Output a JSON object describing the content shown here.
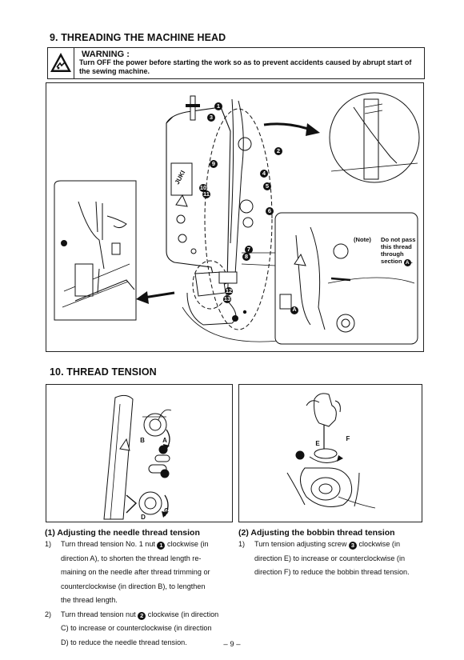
{
  "section9": {
    "title": "9. THREADING THE MACHINE HEAD"
  },
  "warning": {
    "title": "WARNING :",
    "line1": "Turn OFF the power before starting the work so as to prevent accidents caused by abrupt start of",
    "line2": "the sewing machine."
  },
  "threading_figure": {
    "callouts": [
      "1",
      "2",
      "3",
      "4",
      "5",
      "6",
      "7",
      "8",
      "9",
      "10",
      "11",
      "12",
      "13"
    ],
    "brand": "JUKI",
    "note_prefix": "(Note)",
    "note_text": [
      "Do not pass",
      "this thread",
      "through",
      "section"
    ],
    "note_section_label": "A",
    "inset_label": "A"
  },
  "section10": {
    "title": "10. THREAD TENSION"
  },
  "needle_figure": {
    "labels": [
      "B",
      "A",
      "1",
      "2",
      "D",
      "C"
    ]
  },
  "bobbin_figure": {
    "labels": [
      "E",
      "F",
      "3"
    ]
  },
  "needle_tension": {
    "heading": "(1) Adjusting the needle thread tension",
    "item1": {
      "num": "1)",
      "lines": [
        "Turn thread tension No. 1 nut",
        "clockwise (in",
        "direction A), to shorten the thread length re-",
        "maining on the needle after thread trimming or",
        "counterclockwise (in direction B), to lengthen",
        "the thread  length."
      ],
      "circ": "1"
    },
    "item2": {
      "num": "2)",
      "lines": [
        "Turn thread tension nut",
        "clockwise (in direction",
        "C) to increase or counterclockwise (in direction",
        "D) to reduce the needle thread tension."
      ],
      "circ": "2"
    }
  },
  "bobbin_tension": {
    "heading": "(2) Adjusting the bobbin thread tension",
    "item1": {
      "num": "1)",
      "lines": [
        "Turn tension adjusting screw",
        "clockwise (in",
        "direction E) to increase or counterclockwise (in",
        "direction F) to reduce the bobbin thread tension."
      ],
      "circ": "3"
    }
  },
  "footer": {
    "page": "– 9 –"
  }
}
